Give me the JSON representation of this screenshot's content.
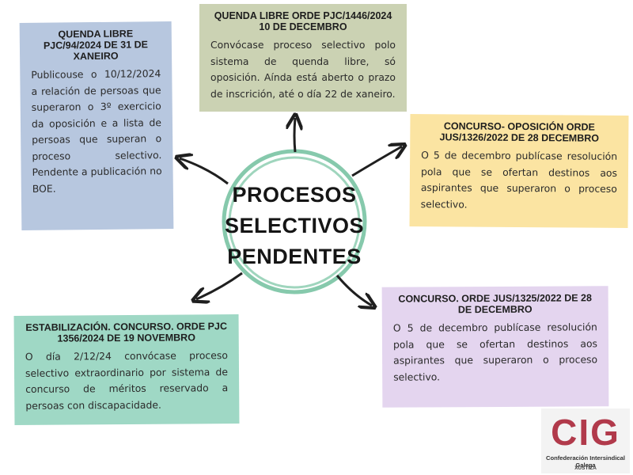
{
  "center": {
    "title": "PROCESOS\nSELECTIVOS\nPENDENTES"
  },
  "cards": {
    "top_left": {
      "heading": "QUENDA LIBRE PJC/94/2024 DE 31 DE XANEIRO",
      "text": "Publicouse o 10/12/2024 a relación de persoas que superaron o 3º exercicio da oposición e a lista de persoas que superan o proceso selectivo. Pendente a publicación no BOE."
    },
    "top_center": {
      "heading": "QUENDA LIBRE ORDE PJC/1446/2024 10 DE DECEMBRO",
      "text": "Convócase proceso selectivo polo sistema de quenda libre, só oposición. Aínda está aberto o prazo de inscrición, até o día 22 de xaneiro."
    },
    "right_upper": {
      "heading": "CONCURSO- OPOSICIÓN ORDE JUS/1326/2022 DE 28 DECEMBRO",
      "text": "O 5 de decembro publícase resolución pola que se ofertan destinos aos aspirantes que superaron o proceso selectivo."
    },
    "right_lower": {
      "heading": "CONCURSO.  ORDE JUS/1325/2022 DE 28 DE DECEMBRO",
      "text": "O 5 de decembro publícase resolución pola que se ofertan destinos aos aspirantes que superaron o proceso selectivo."
    },
    "bottom_left": {
      "heading": "ESTABILIZACIÓN. CONCURSO. ORDE PJC 1356/2024 DE 19 NOVEMBRO",
      "text": "O día 2/12/24 convócase proceso selectivo extraordinario por sistema de concurso de méritos reservado a persoas con discapacidade."
    }
  },
  "logo": {
    "letters": "CIG",
    "organization": "Confederación Intersindical Galega",
    "section": "XUSTIZA"
  },
  "colors": {
    "circle": "#86c9ac",
    "arrow": "#1f1f1f",
    "logo_red": "#b13a4b"
  }
}
